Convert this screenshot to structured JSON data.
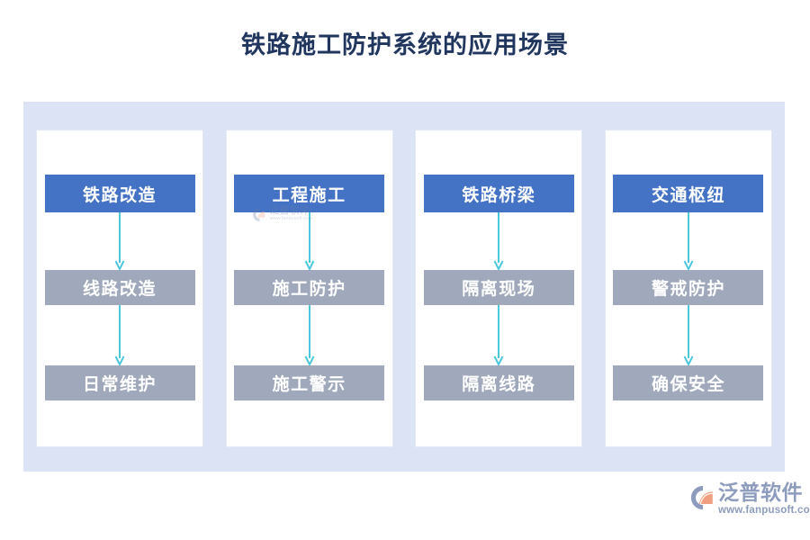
{
  "page": {
    "title": "铁路施工防护系统的应用场景",
    "title_color": "#21365f",
    "background": "#ffffff"
  },
  "theme": {
    "panel_background": "#dce3f4",
    "column_background": "#ffffff",
    "column_border": "#e3e9f7",
    "primary_node_color": "#4472c4",
    "secondary_node_color": "#a0a9bb",
    "arrow_color": "#4bc8dc",
    "node_text_color": "#ffffff",
    "brand_color": "#8d9cbd",
    "brand_accent_color": "#f0a080"
  },
  "diagram": {
    "type": "flowchart",
    "orientation": "vertical-columns",
    "columns": [
      {
        "id": "railway-renovation",
        "nodes": [
          {
            "label": "铁路改造",
            "style": "primary"
          },
          {
            "label": "线路改造",
            "style": "secondary"
          },
          {
            "label": "日常维护",
            "style": "secondary"
          }
        ]
      },
      {
        "id": "engineering-construction",
        "nodes": [
          {
            "label": "工程施工",
            "style": "primary"
          },
          {
            "label": "施工防护",
            "style": "secondary"
          },
          {
            "label": "施工警示",
            "style": "secondary"
          }
        ]
      },
      {
        "id": "railway-bridge",
        "nodes": [
          {
            "label": "铁路桥梁",
            "style": "primary"
          },
          {
            "label": "隔离现场",
            "style": "secondary"
          },
          {
            "label": "隔离线路",
            "style": "secondary"
          }
        ]
      },
      {
        "id": "transport-hub",
        "nodes": [
          {
            "label": "交通枢纽",
            "style": "primary"
          },
          {
            "label": "警戒防护",
            "style": "secondary"
          },
          {
            "label": "确保安全",
            "style": "secondary"
          }
        ]
      }
    ]
  },
  "watermark": {
    "name": "泛普软件",
    "url": "www.fanpusoft.com"
  },
  "brand": {
    "name": "泛普软件",
    "url": "www.fanpusoft.com"
  }
}
